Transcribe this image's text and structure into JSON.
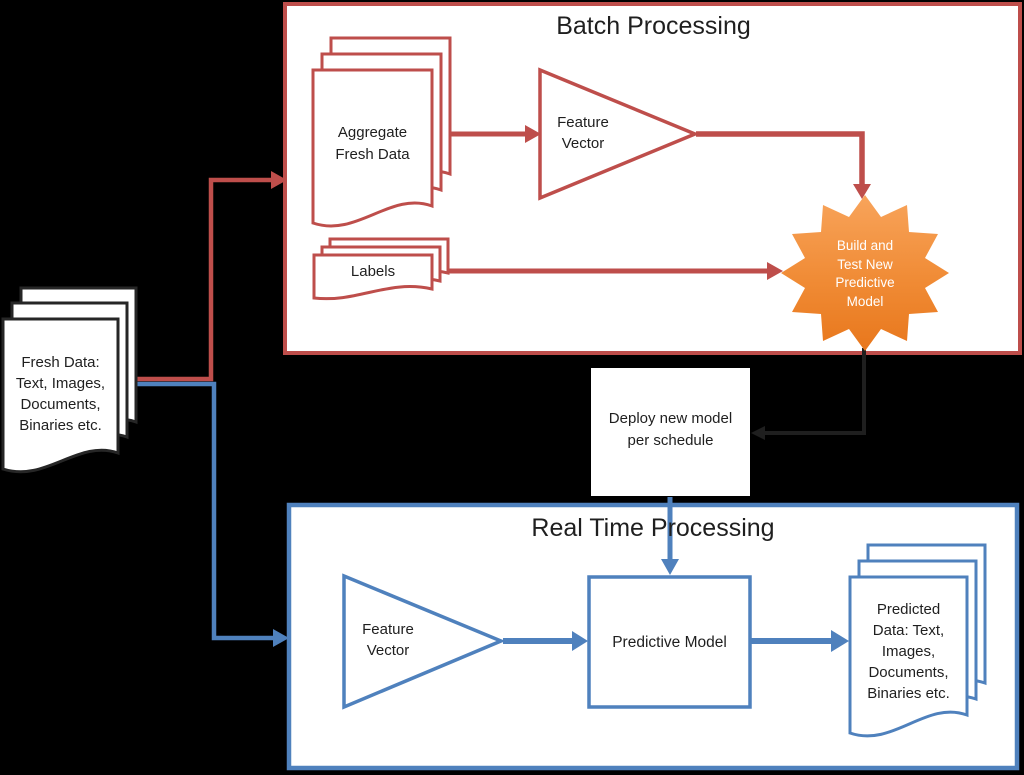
{
  "source_doc": {
    "lines": [
      "Fresh Data:",
      "Text, Images,",
      "Documents,",
      "Binaries etc."
    ]
  },
  "batch": {
    "title": "Batch Processing",
    "aggregate_doc": {
      "lines": [
        "Aggregate",
        "Fresh Data"
      ]
    },
    "feature_vector": {
      "lines": [
        "Feature",
        "Vector"
      ]
    },
    "labels_doc": {
      "label": "Labels"
    },
    "starburst": {
      "lines": [
        "Build and",
        "Test New",
        "Predictive",
        "Model"
      ]
    }
  },
  "deploy_box": {
    "lines": [
      "Deploy new model",
      "per schedule"
    ]
  },
  "realtime": {
    "title": "Real Time Processing",
    "feature_vector": {
      "lines": [
        "Feature",
        "Vector"
      ]
    },
    "model": {
      "label": "Predictive Model"
    },
    "predicted_doc": {
      "lines": [
        "Predicted",
        "Data: Text,",
        "Images,",
        "Documents,",
        "Binaries etc."
      ]
    }
  },
  "colors": {
    "background": "#000000",
    "batch_accent": "#BE4E4B",
    "realtime_accent": "#4F81BD",
    "starburst_top": "#F8A45B",
    "starburst_mid": "#F08B35",
    "starburst_bottom": "#E8771C",
    "starburst_text": "#FFFFFF",
    "doc_outline_dark": "#262626",
    "deploy_connector": "#1f1f1f",
    "text": "#1f1f1f",
    "shape_fill": "#FFFFFF"
  }
}
